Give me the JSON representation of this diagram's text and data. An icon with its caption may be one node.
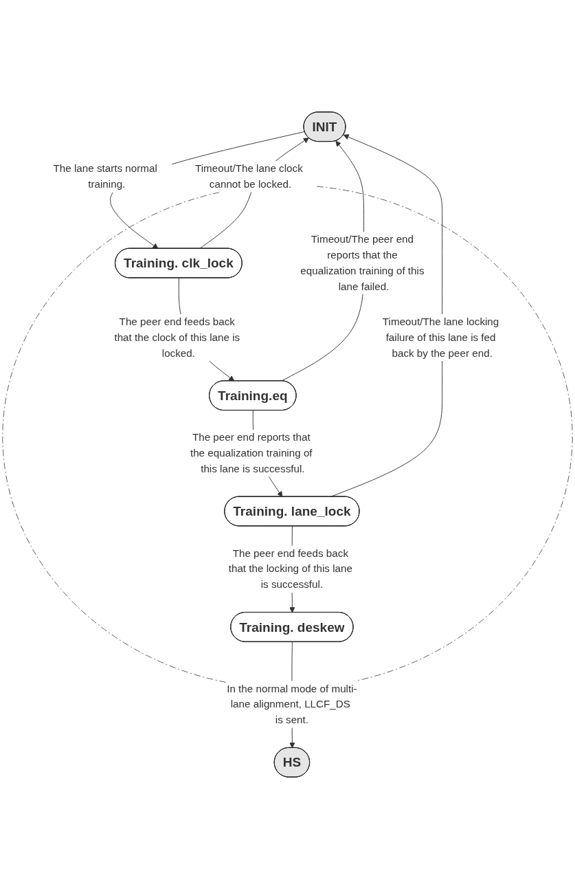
{
  "diagram": {
    "nodes": [
      {
        "text": [
          "INIT"
        ]
      },
      {
        "text": [],
        "shape": "circle"
      },
      {
        "text": [
          "Training. clk_lock"
        ],
        "in": 1
      },
      {
        "text": [
          "Training.eq"
        ],
        "in": 1
      },
      {
        "text": [
          "Training. lane_lock"
        ],
        "in": 1
      },
      {
        "text": [
          "Training. deskew"
        ],
        "in": 1
      },
      {
        "text": [
          "HS"
        ]
      }
    ],
    "edges": [
      {
        "from": 0,
        "to": 2,
        "arrow": "to",
        "label": "The lane starts normal training."
      },
      {
        "from": 2,
        "to": 0,
        "arrow": "to",
        "label": "Timeout/The lane clock cannot be locked."
      },
      {
        "from": 2,
        "to": 3,
        "arrow": "to",
        "label": "The peer end feeds back that the clock of this lane is locked."
      },
      {
        "from": 3,
        "to": 0,
        "arrow": "to",
        "label": "Timeout/The peer end reports that the equalization training of this lane failed."
      },
      {
        "from": 3,
        "to": 4,
        "arrow": "to",
        "label": "The peer end reports that the equalization training of this lane is successful."
      },
      {
        "from": 4,
        "to": 0,
        "arrow": "to",
        "label": "Timeout/The lane locking failure of this lane is fed back by the peer end."
      },
      {
        "from": 4,
        "to": 5,
        "arrow": "to",
        "label": "The peer end feeds back that the locking of this lane is successful."
      },
      {
        "from": 5,
        "to": 6,
        "arrow": "to",
        "label": "In the normal mode of multi-lane alignment, LLCF_DS is sent."
      }
    ]
  }
}
